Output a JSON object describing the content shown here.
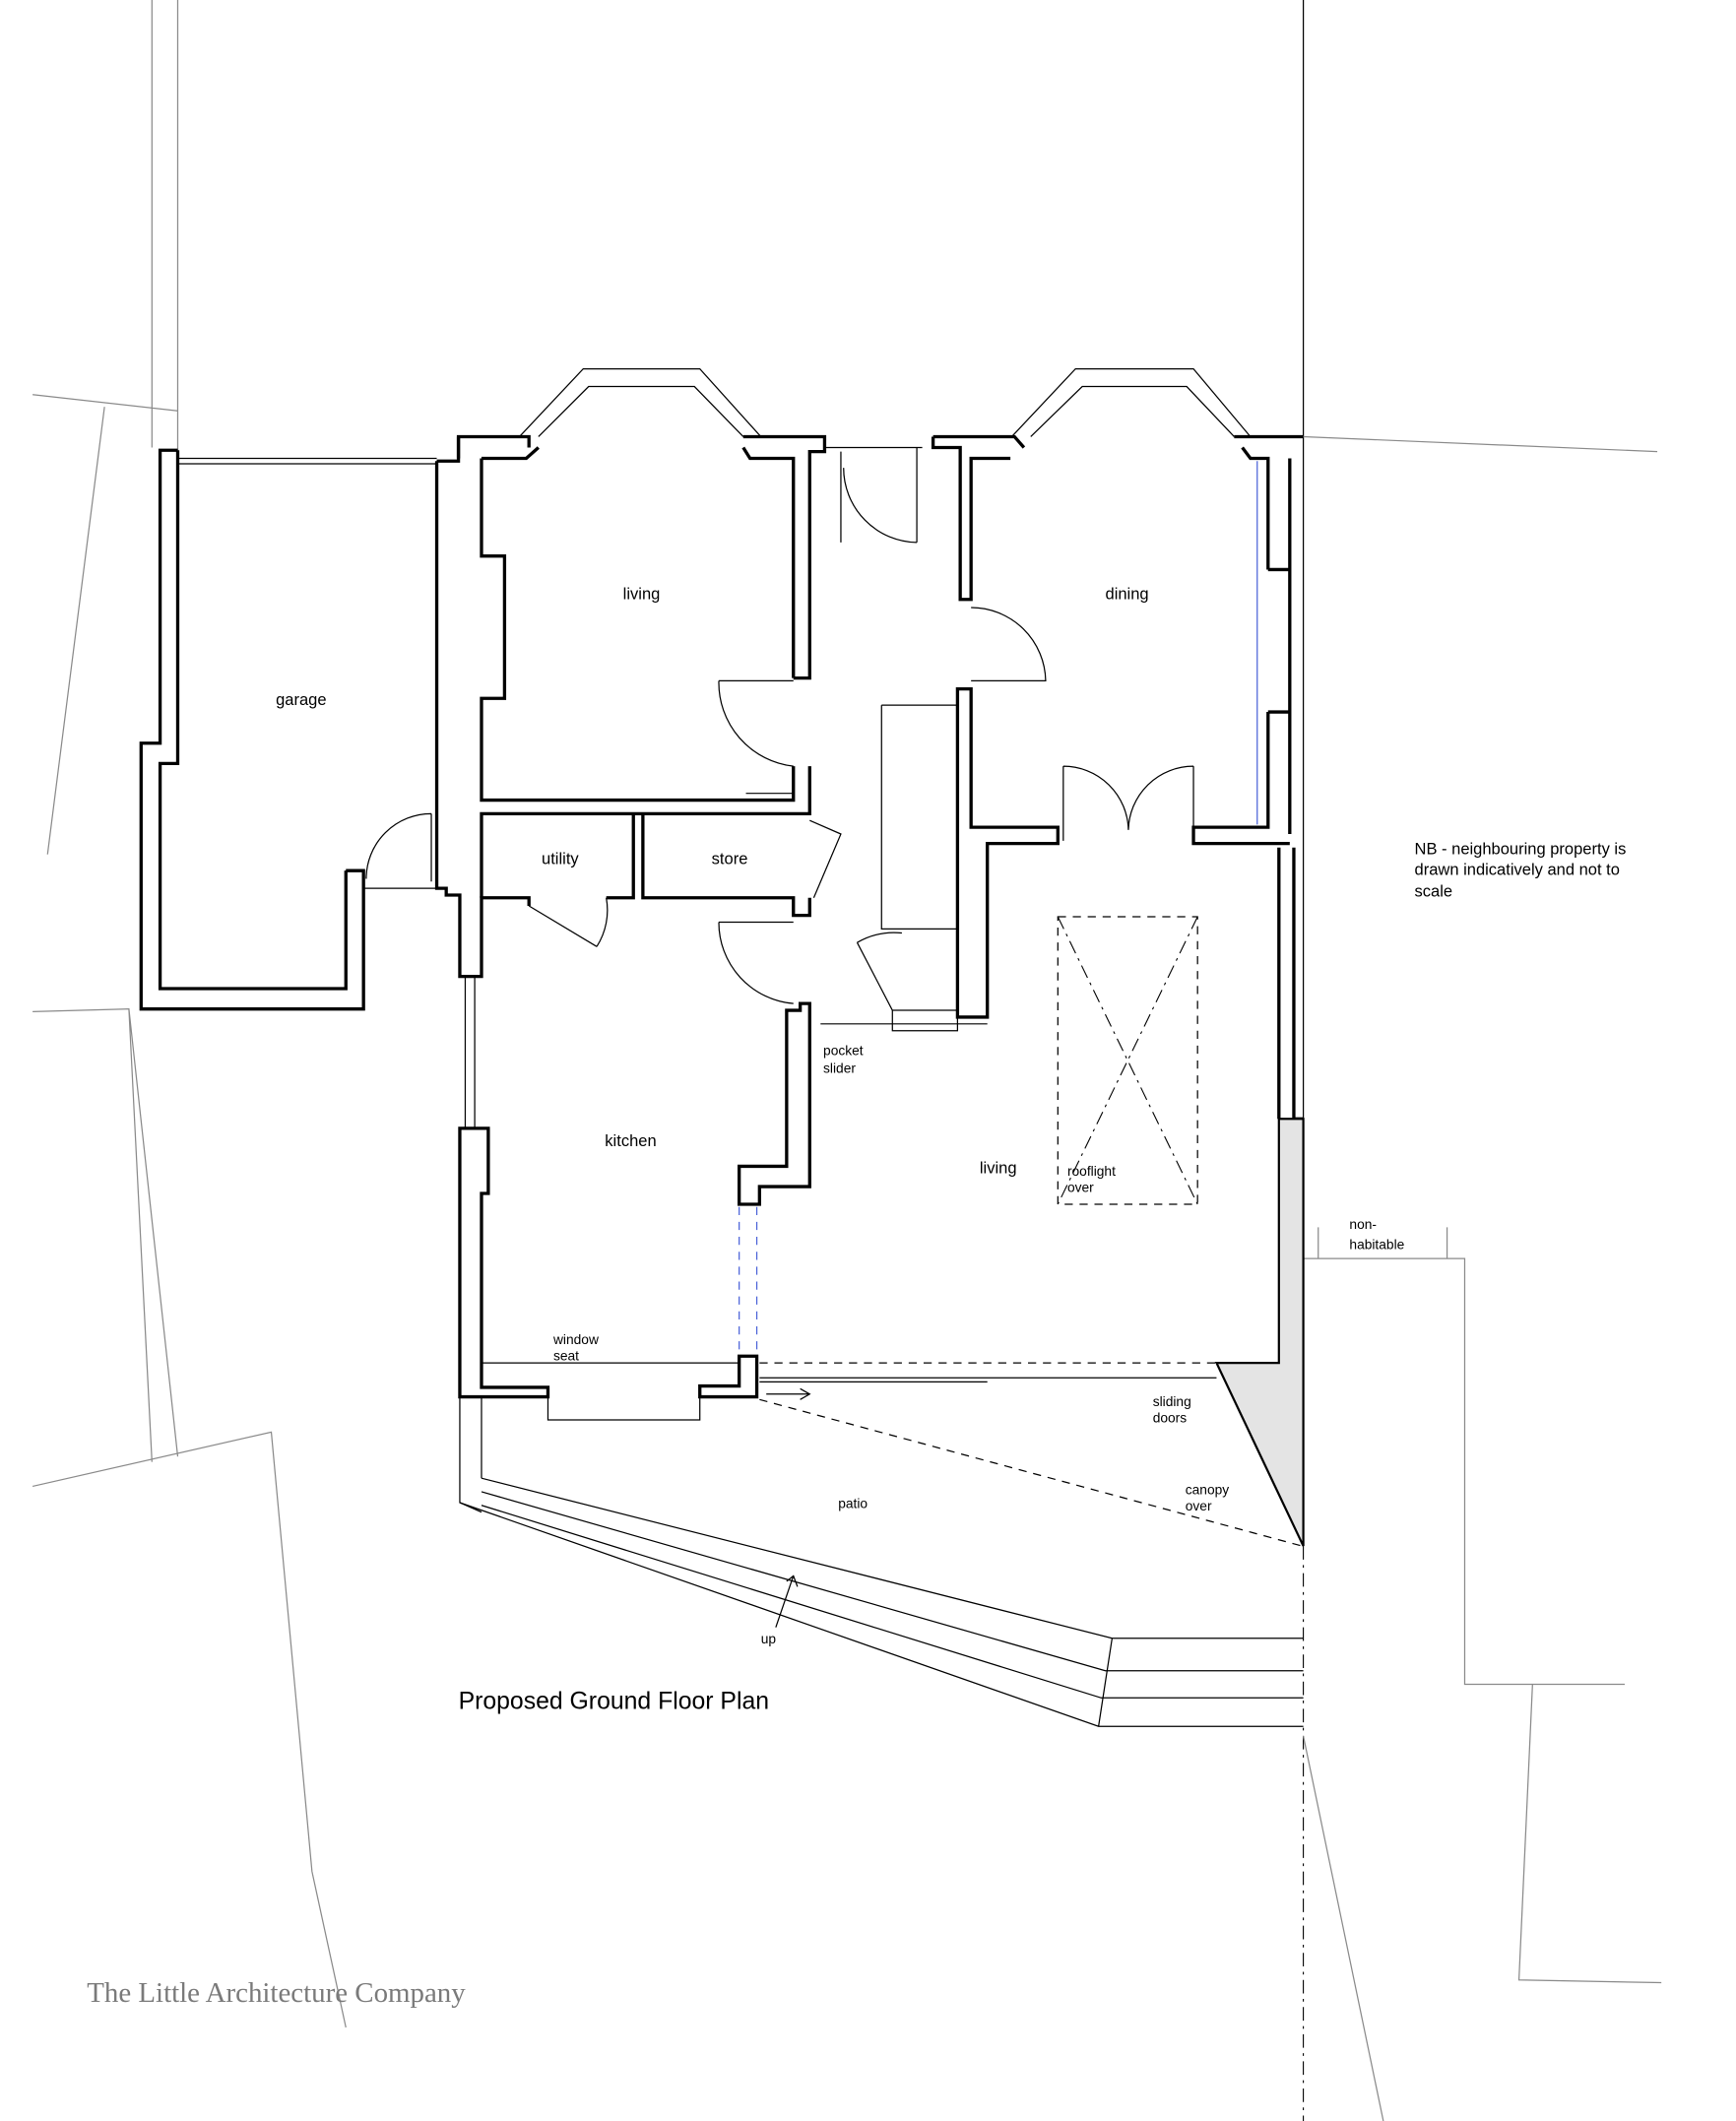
{
  "title": "Proposed Ground Floor Plan",
  "logo": "The Little Architecture Company",
  "note": [
    "NB - neighbouring property is",
    "drawn indicatively and not to",
    "scale"
  ],
  "rooms": {
    "garage": "garage",
    "living_front": "living",
    "dining": "dining",
    "utility": "utility",
    "store": "store",
    "kitchen": "kitchen",
    "living_rear": "living"
  },
  "annotations": {
    "pocket_slider": [
      "pocket",
      "slider"
    ],
    "rooflight": [
      "rooflight",
      "over"
    ],
    "window_seat": [
      "window",
      "seat"
    ],
    "sliding_doors": [
      "sliding",
      "doors"
    ],
    "canopy": [
      "canopy",
      "over"
    ],
    "patio": "patio",
    "up": "up",
    "non_habitable": [
      "non-",
      "habitable"
    ]
  },
  "colors": {
    "wall": "#000000",
    "boundary": "#8a8a8a",
    "fill": "#e4e4e4",
    "accent": "#4a62d8"
  }
}
